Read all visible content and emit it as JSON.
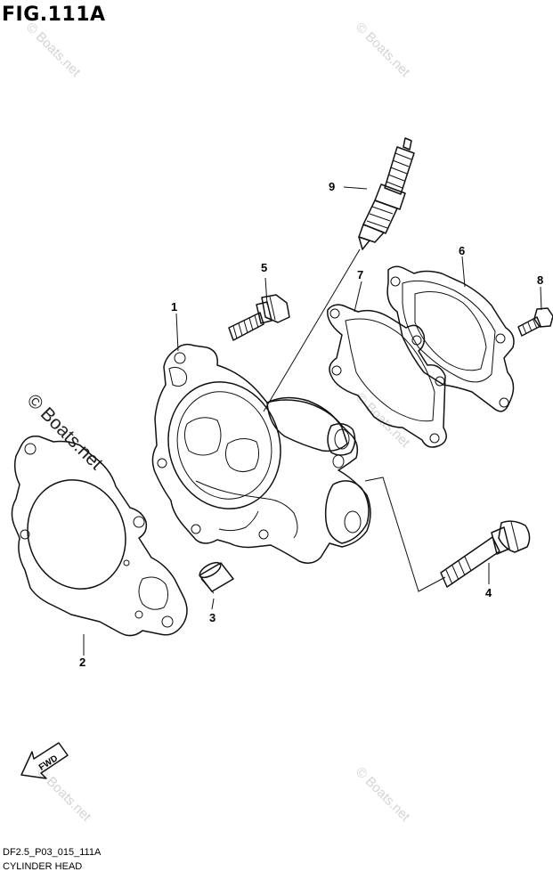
{
  "figure": {
    "title": "FIG.111A",
    "code": "DF2.5_P03_015_111A",
    "name": "CYLINDER HEAD"
  },
  "watermark": {
    "text": "© Boats.net",
    "main_text": "© Boats.net"
  },
  "callouts": {
    "c1": "1",
    "c2": "2",
    "c3": "3",
    "c4": "4",
    "c5": "5",
    "c6": "6",
    "c7": "7",
    "c8": "8",
    "c9": "9"
  },
  "fwd_arrow": {
    "label": "FWD"
  },
  "colors": {
    "line": "#111111",
    "watermark": "#d4d4d4"
  }
}
